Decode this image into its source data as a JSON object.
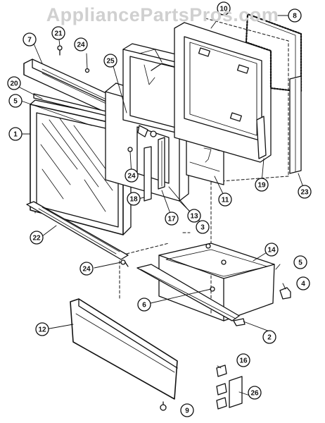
{
  "watermark": "AppliancePartsPros.com",
  "callouts": [
    {
      "id": "c1",
      "label": "1"
    },
    {
      "id": "c2",
      "label": "2"
    },
    {
      "id": "c3",
      "label": "3"
    },
    {
      "id": "c4",
      "label": "4"
    },
    {
      "id": "c5a",
      "label": "5"
    },
    {
      "id": "c5b",
      "label": "5"
    },
    {
      "id": "c6",
      "label": "6"
    },
    {
      "id": "c7",
      "label": "7"
    },
    {
      "id": "c8",
      "label": "8"
    },
    {
      "id": "c9",
      "label": "9"
    },
    {
      "id": "c10",
      "label": "10"
    },
    {
      "id": "c11",
      "label": "11"
    },
    {
      "id": "c12",
      "label": "12"
    },
    {
      "id": "c13",
      "label": "13"
    },
    {
      "id": "c14",
      "label": "14"
    },
    {
      "id": "c16a",
      "label": "16"
    },
    {
      "id": "c16b",
      "label": "16"
    },
    {
      "id": "c17",
      "label": "17"
    },
    {
      "id": "c18",
      "label": "18"
    },
    {
      "id": "c19",
      "label": "19"
    },
    {
      "id": "c20",
      "label": "20"
    },
    {
      "id": "c21",
      "label": "21"
    },
    {
      "id": "c22",
      "label": "22"
    },
    {
      "id": "c23",
      "label": "23"
    },
    {
      "id": "c24a",
      "label": "24"
    },
    {
      "id": "c24b",
      "label": "24"
    },
    {
      "id": "c24c",
      "label": "24"
    },
    {
      "id": "c25",
      "label": "25"
    },
    {
      "id": "c26",
      "label": "26"
    }
  ]
}
